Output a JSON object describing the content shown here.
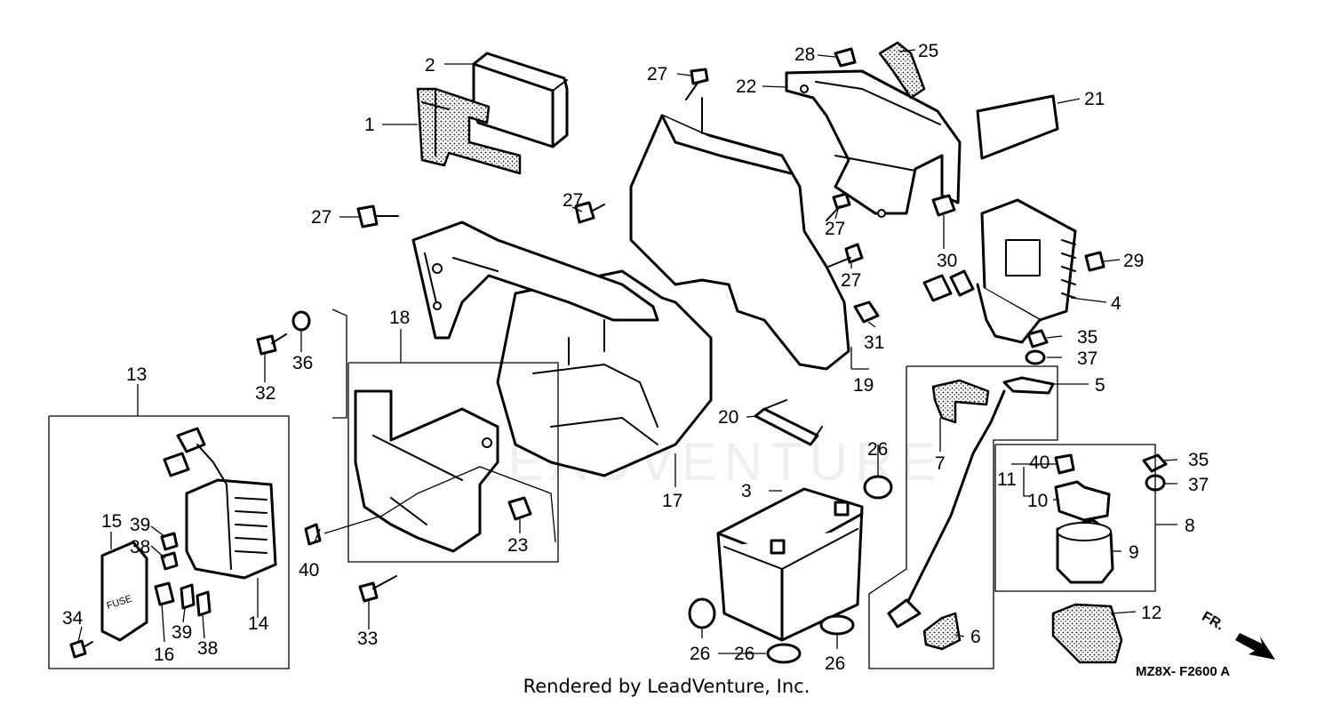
{
  "diagram": {
    "callouts": {
      "c1": "1",
      "c2": "2",
      "c3": "3",
      "c4": "4",
      "c5": "5",
      "c6": "6",
      "c7": "7",
      "c8": "8",
      "c9": "9",
      "c10": "10",
      "c11": "11",
      "c12": "12",
      "c13": "13",
      "c14": "14",
      "c15": "15",
      "c16": "16",
      "c17": "17",
      "c18": "18",
      "c19": "19",
      "c20": "20",
      "c21": "21",
      "c22": "22",
      "c23": "23",
      "c25": "25",
      "c26a": "26",
      "c26b": "26",
      "c26c": "26",
      "c26d": "26",
      "c27a": "27",
      "c27b": "27",
      "c27c": "27",
      "c27d": "27",
      "c27e": "27",
      "c28": "28",
      "c29": "29",
      "c30": "30",
      "c31": "31",
      "c32": "32",
      "c33": "33",
      "c34": "34",
      "c35a": "35",
      "c35b": "35",
      "c36": "36",
      "c37a": "37",
      "c37b": "37",
      "c38a": "38",
      "c38b": "38",
      "c39a": "39",
      "c39b": "39",
      "c40a": "40",
      "c40b": "40"
    },
    "fuse_label": "FUSE",
    "watermark": "LEADVENTURE",
    "direction_label": "FR.",
    "diagram_code": "MZ8X- F2600 A"
  },
  "footer": {
    "text": "Rendered by LeadVenture, Inc."
  }
}
